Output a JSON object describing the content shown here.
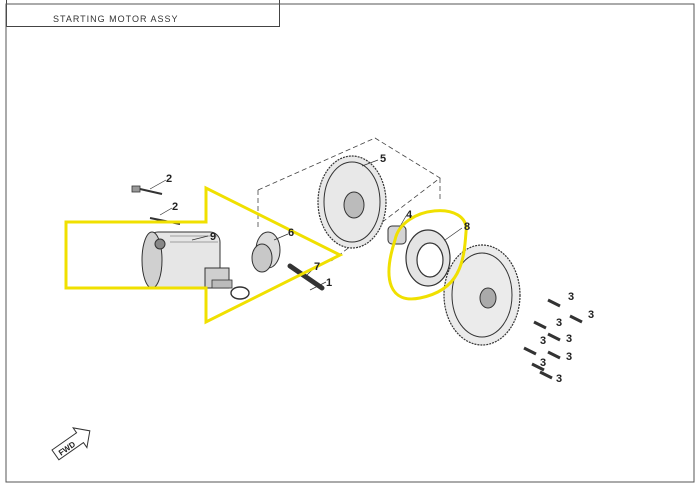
{
  "header": {
    "title": "STARTING MOTOR ASSY"
  },
  "callouts": [
    {
      "id": "c2a",
      "label": "2"
    },
    {
      "id": "c2b",
      "label": "2"
    },
    {
      "id": "c9",
      "label": "9"
    },
    {
      "id": "c6",
      "label": "6"
    },
    {
      "id": "c7",
      "label": "7"
    },
    {
      "id": "c5",
      "label": "5"
    },
    {
      "id": "c4",
      "label": "4"
    },
    {
      "id": "c1",
      "label": "1"
    },
    {
      "id": "c8",
      "label": "8"
    },
    {
      "id": "c3a",
      "label": "3"
    },
    {
      "id": "c3b",
      "label": "3"
    },
    {
      "id": "c3c",
      "label": "3"
    },
    {
      "id": "c3d",
      "label": "3"
    },
    {
      "id": "c3e",
      "label": "3"
    },
    {
      "id": "c3f",
      "label": "3"
    },
    {
      "id": "c3g",
      "label": "3"
    },
    {
      "id": "c3h",
      "label": "3"
    }
  ],
  "direction_badge": {
    "label": "FWD"
  },
  "colors": {
    "line": "#333333",
    "highlight": "#f0e000",
    "part_fill": "#ececec",
    "part_dark": "#9a9a9a"
  }
}
